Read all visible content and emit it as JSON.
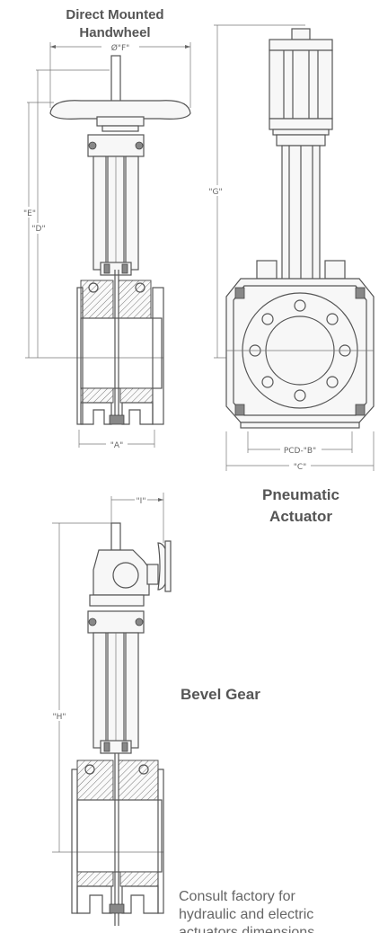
{
  "labels": {
    "handwheel_title_1": "Direct Mounted",
    "handwheel_title_2": "Handwheel",
    "pneumatic_title_1": "Pneumatic",
    "pneumatic_title_2": "Actuator",
    "bevel_title": "Bevel Gear",
    "note_line_1": "Consult factory for",
    "note_line_2": "hydraulic and electric",
    "note_line_3": "actuators dimensions"
  },
  "dimensions": {
    "F": "Ø\"F\"",
    "E": "\"E\"",
    "D": "\"D\"",
    "A": "\"A\"",
    "G": "\"G\"",
    "B": "PCD-\"B\"",
    "C": "\"C\"",
    "I": "\"I\"",
    "H": "\"H\""
  }
}
